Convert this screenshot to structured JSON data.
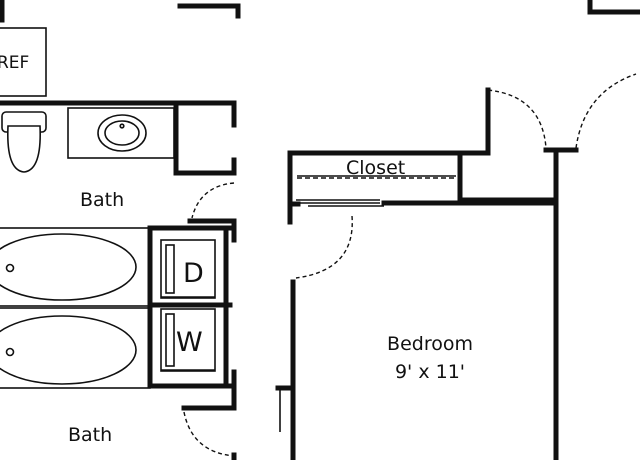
{
  "labels": {
    "ref": "REF",
    "bath_upper": "Bath",
    "bath_lower": "Bath",
    "closet": "Closet",
    "dryer": "D",
    "washer": "W",
    "bedroom_name": "Bedroom",
    "bedroom_size": "9' x 11'"
  }
}
